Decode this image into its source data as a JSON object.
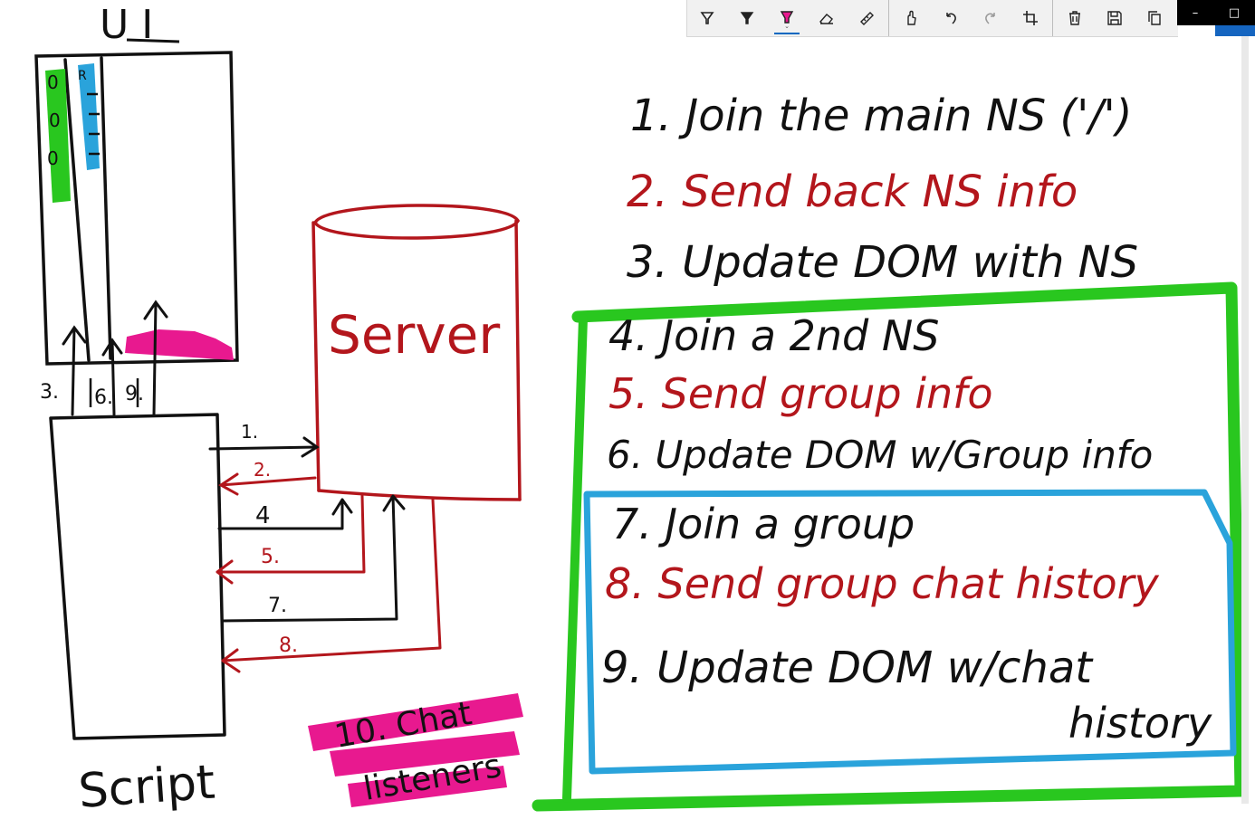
{
  "toolbar": {
    "tools": [
      {
        "name": "ballpoint-pen-icon",
        "selected": false
      },
      {
        "name": "pencil-pen-icon",
        "selected": false
      },
      {
        "name": "highlighter-icon",
        "selected": true
      },
      {
        "name": "eraser-icon",
        "selected": false
      },
      {
        "name": "ruler-icon",
        "selected": false
      },
      {
        "name": "touch-writing-icon",
        "selected": false
      },
      {
        "name": "undo-icon",
        "selected": false
      },
      {
        "name": "redo-icon",
        "selected": false
      },
      {
        "name": "crop-icon",
        "selected": false
      },
      {
        "name": "delete-icon",
        "selected": false
      },
      {
        "name": "save-icon",
        "selected": false
      },
      {
        "name": "copy-icon",
        "selected": false
      }
    ],
    "caret": "⌄"
  },
  "window": {
    "minimize": "–",
    "maximize": "□"
  },
  "colors": {
    "black": "#111111",
    "red": "#b3161c",
    "green": "#29c71f",
    "blue": "#2aa3db",
    "pink": "#e8198f"
  },
  "diagram": {
    "ui_title": "UI",
    "script_label": "Script",
    "server_label": "Server",
    "ui_panel_marks": {
      "left_col": [
        "0",
        "0",
        "0"
      ],
      "right_col": "R"
    },
    "up_arrow_labels": [
      "3.",
      "6.",
      "9."
    ],
    "arrow_labels": [
      "1.",
      "2.",
      "4",
      "5.",
      "7.",
      "8."
    ],
    "note": [
      "10. Chat",
      "listeners"
    ]
  },
  "steps": [
    {
      "num": "1.",
      "text": "Join the main NS ('/')",
      "color": "black"
    },
    {
      "num": "2.",
      "text": "Send back NS info",
      "color": "red"
    },
    {
      "num": "3.",
      "text": "Update DOM with NS",
      "color": "black"
    },
    {
      "num": "4.",
      "text": "Join a 2nd NS",
      "color": "black"
    },
    {
      "num": "5.",
      "text": "Send group info",
      "color": "red"
    },
    {
      "num": "6.",
      "text": "Update DOM w/Group info",
      "color": "black"
    },
    {
      "num": "7.",
      "text": "Join a group",
      "color": "black"
    },
    {
      "num": "8.",
      "text": "Send group chat history",
      "color": "red"
    },
    {
      "num": "9.",
      "text": "Update DOM w/chat",
      "color": "black"
    },
    {
      "num": "",
      "text": "history",
      "color": "black"
    }
  ]
}
